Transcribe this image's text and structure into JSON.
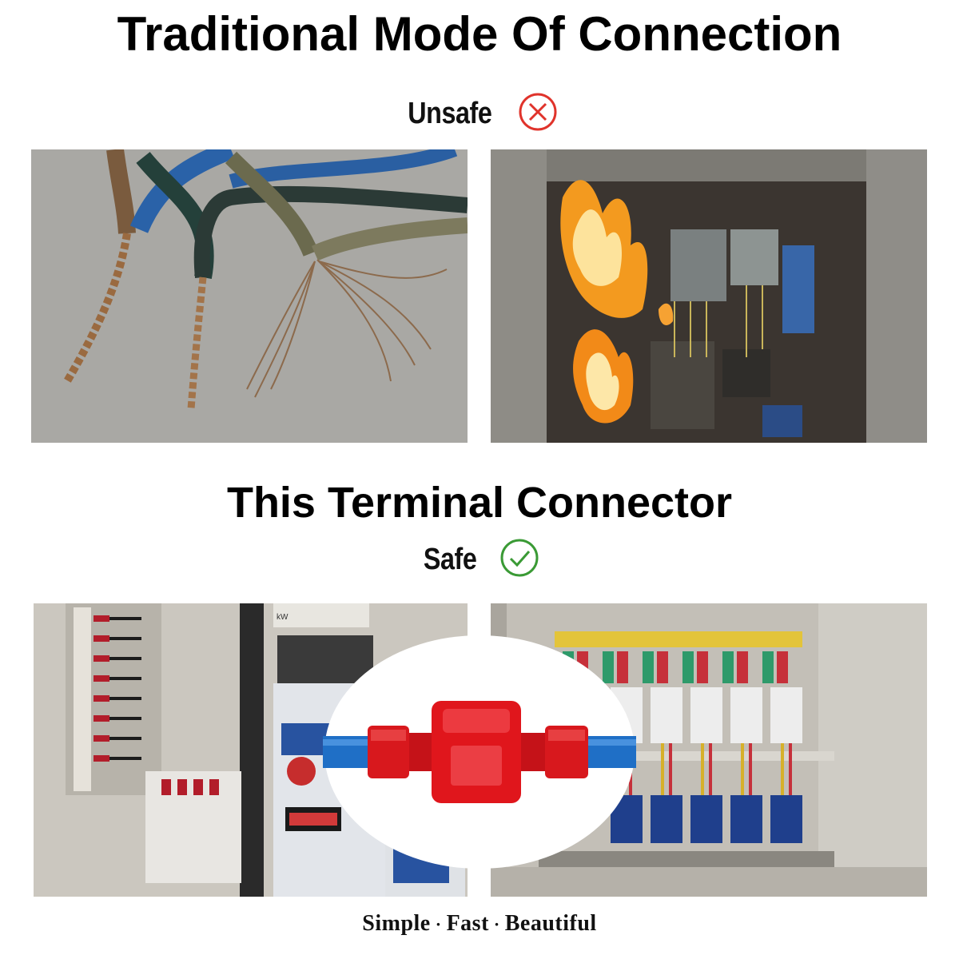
{
  "headings": {
    "top": "Traditional Mode Of Connection",
    "bottom": "This Terminal Connector"
  },
  "tags": {
    "unsafe": "Unsafe",
    "safe": "Safe"
  },
  "icons": {
    "unsafe_icon": "circled-x-icon",
    "safe_icon": "circled-check-icon",
    "unsafe_color": "#e0332b",
    "safe_color": "#3a9a35"
  },
  "photos": {
    "panel_label_text": "kW"
  },
  "tagline": {
    "word1": "Simple",
    "word2": "Fast",
    "word3": "Beautiful",
    "separator": "·"
  }
}
